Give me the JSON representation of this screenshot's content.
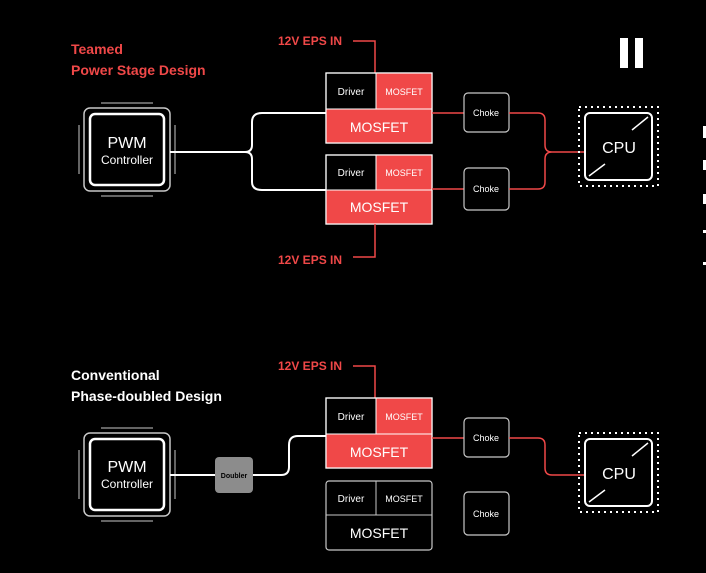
{
  "colors": {
    "red": "#f04848",
    "white": "#ffffff",
    "gray": "#c8c8c8",
    "bg": "#000000",
    "doubler_fill": "#8c8c8c"
  },
  "top": {
    "title_line1": "Teamed",
    "title_line2": "Power Stage Design",
    "pwm_line1": "PWM",
    "pwm_line2": "Controller",
    "eps_top": "12V EPS IN",
    "eps_bottom": "12V EPS IN",
    "stage1": {
      "driver": "Driver",
      "mosfet_small": "MOSFET",
      "mosfet": "MOSFET"
    },
    "stage2": {
      "driver": "Driver",
      "mosfet_small": "MOSFET",
      "mosfet": "MOSFET"
    },
    "choke1": "Choke",
    "choke2": "Choke",
    "cpu": "CPU",
    "pause_icon": "pause-icon"
  },
  "bottom": {
    "title_line1": "Conventional",
    "title_line2": "Phase-doubled Design",
    "pwm_line1": "PWM",
    "pwm_line2": "Controller",
    "doubler": "Doubler",
    "eps": "12V EPS IN",
    "stage1": {
      "driver": "Driver",
      "mosfet_small": "MOSFET",
      "mosfet": "MOSFET"
    },
    "stage2": {
      "driver": "Driver",
      "mosfet_small": "MOSFET",
      "mosfet": "MOSFET"
    },
    "choke1": "Choke",
    "choke2": "Choke",
    "cpu": "CPU"
  }
}
